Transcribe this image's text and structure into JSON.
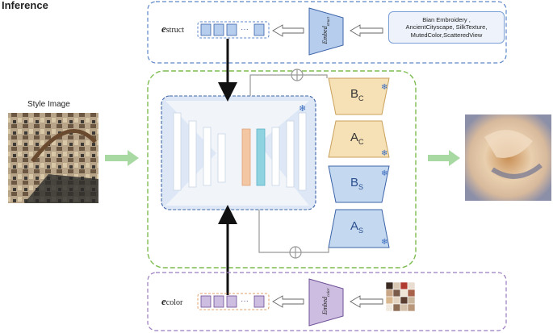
{
  "title": "Inference",
  "style_image_label": "Style Image",
  "struct_text": [
    "Bian Embroidery ,",
    "AncientCityscape, SilkTexture,",
    "MutedColor,ScatteredView"
  ],
  "struct_embedding": {
    "symbol": "e",
    "subscript": "struct",
    "embed_name": "Embed",
    "embed_sub": "struct",
    "dots": "···"
  },
  "color_embedding": {
    "symbol": "e",
    "subscript": "color",
    "embed_name": "Embed",
    "embed_sub": "color",
    "dots": "···"
  },
  "lora_blocks": [
    {
      "letter": "B",
      "sub": "C"
    },
    {
      "letter": "A",
      "sub": "C"
    },
    {
      "letter": "B",
      "sub": "S"
    },
    {
      "letter": "A",
      "sub": "S"
    }
  ],
  "frozen_icon": "snowflake-icon",
  "sum_icon": "circle-plus-icon",
  "colors": {
    "struct_border": "#5b86c8",
    "main_border": "#7dbb4f",
    "color_border": "#9b7bc0",
    "embed_blue": "#b6cdee",
    "embed_purple": "#cdbde0",
    "lora_orange": "#f6e0b5",
    "lora_blue": "#c4d8f0",
    "arrow_green": "#a8d9a2",
    "unet_bg": "#dde7f5"
  },
  "palette_swatches": [
    "#3a2a22",
    "#d8c7b2",
    "#b03a32",
    "#e8ddd0",
    "#c8a585",
    "#7a5a48",
    "#efe6d8",
    "#a8624a",
    "#d9b890",
    "#e2d4c0",
    "#5c3e30",
    "#c9b59c",
    "#f0e9df",
    "#8e6d55",
    "#d6c2aa",
    "#b9977a"
  ]
}
